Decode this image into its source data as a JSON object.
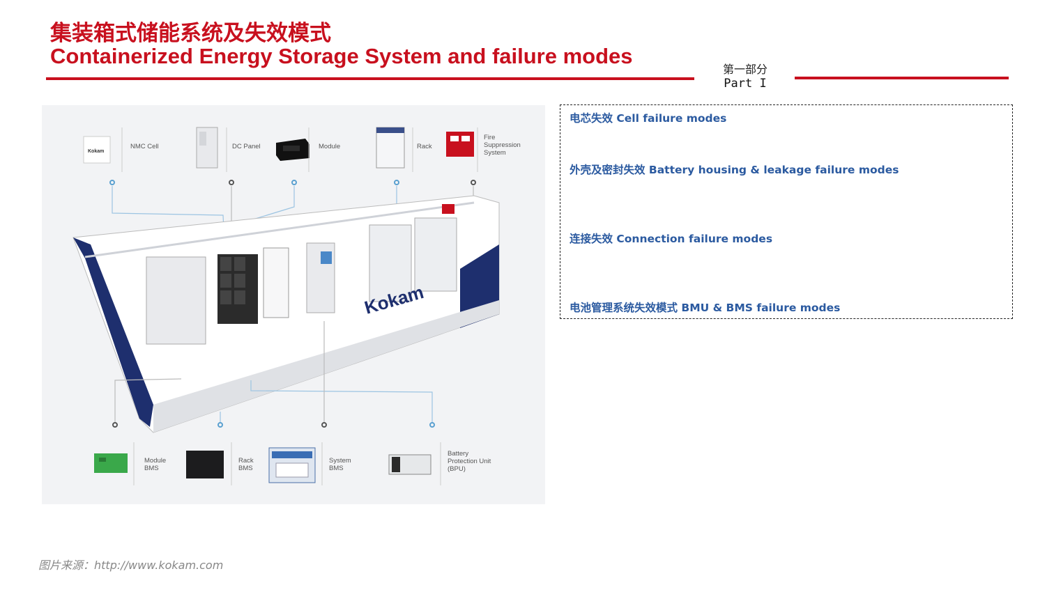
{
  "header": {
    "title_cn": "集装箱式储能系统及失效模式",
    "title_en": "Containerized Energy Storage System and failure modes",
    "part_cn": "第一部分",
    "part_en": "Part I"
  },
  "figure": {
    "top_components": [
      "NMC Cell",
      "DC Panel",
      "Module",
      "Rack",
      "Fire\nSuppression\nSystem"
    ],
    "bottom_components": [
      "Module\nBMS",
      "Rack\nBMS",
      "System\nBMS",
      "Battery\nProtection Unit\n(BPU)"
    ],
    "brand": "Kokam"
  },
  "failure_modes": [
    "电芯失效 Cell failure modes",
    "外壳及密封失效 Battery housing & leakage failure modes",
    "连接失效 Connection failure modes",
    "电池管理系统失效模式  BMU & BMS failure modes"
  ],
  "source_note": "图片来源：http://www.kokam.com",
  "colors": {
    "accent_red": "#c8101e",
    "mode_blue": "#2b5aa0",
    "container_navy": "#1e2f6e"
  }
}
